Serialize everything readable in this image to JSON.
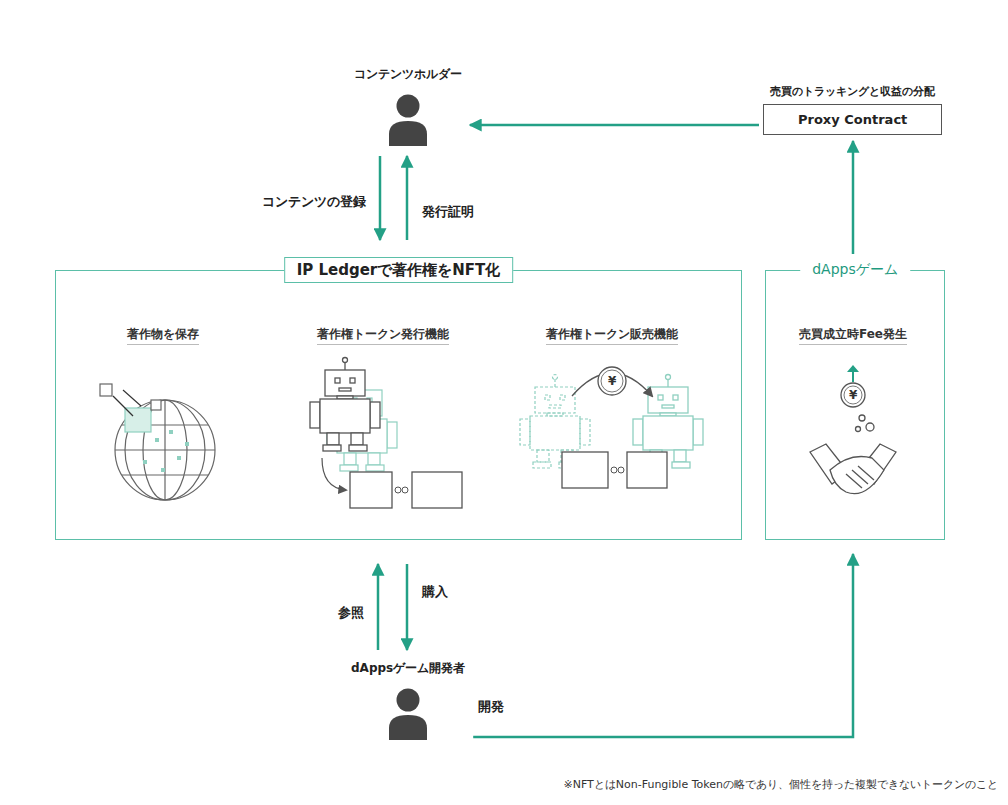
{
  "diagram": {
    "nodes": [
      {
        "text": [
          "コンテンツホルダー"
        ]
      },
      {
        "text": [
          "売買のトラッキングと収益の分配",
          "Proxy Contract"
        ]
      },
      {
        "text": [
          "IP Ledgerで著作権をNFT化"
        ]
      },
      {
        "text": [
          "dAppsゲーム"
        ]
      },
      {
        "text": [
          "dAppsゲーム開発者"
        ]
      }
    ],
    "edges": [
      {
        "from": 0,
        "to": 2,
        "label": "コンテンツの登録",
        "arrow": "to"
      },
      {
        "from": 2,
        "to": 0,
        "label": "発行証明",
        "arrow": "to"
      },
      {
        "from": 4,
        "to": 2,
        "label": "参照",
        "arrow": "to"
      },
      {
        "from": 2,
        "to": 4,
        "label": "購入",
        "arrow": "to"
      },
      {
        "from": 4,
        "to": 3,
        "label": "開発",
        "arrow": "to"
      },
      {
        "from": 3,
        "to": 1,
        "arrow": "to"
      },
      {
        "from": 1,
        "to": 0,
        "arrow": "to"
      }
    ],
    "labels": [
      "著作物を保存",
      "著作権トークン発行機能",
      "著作権トークン販売機能",
      "¥",
      "売買成立時Fee発生",
      "¥",
      "※NFTとはNon-Fungible Tokenの略であり、個性を持った複製できないトークンのこと"
    ]
  }
}
